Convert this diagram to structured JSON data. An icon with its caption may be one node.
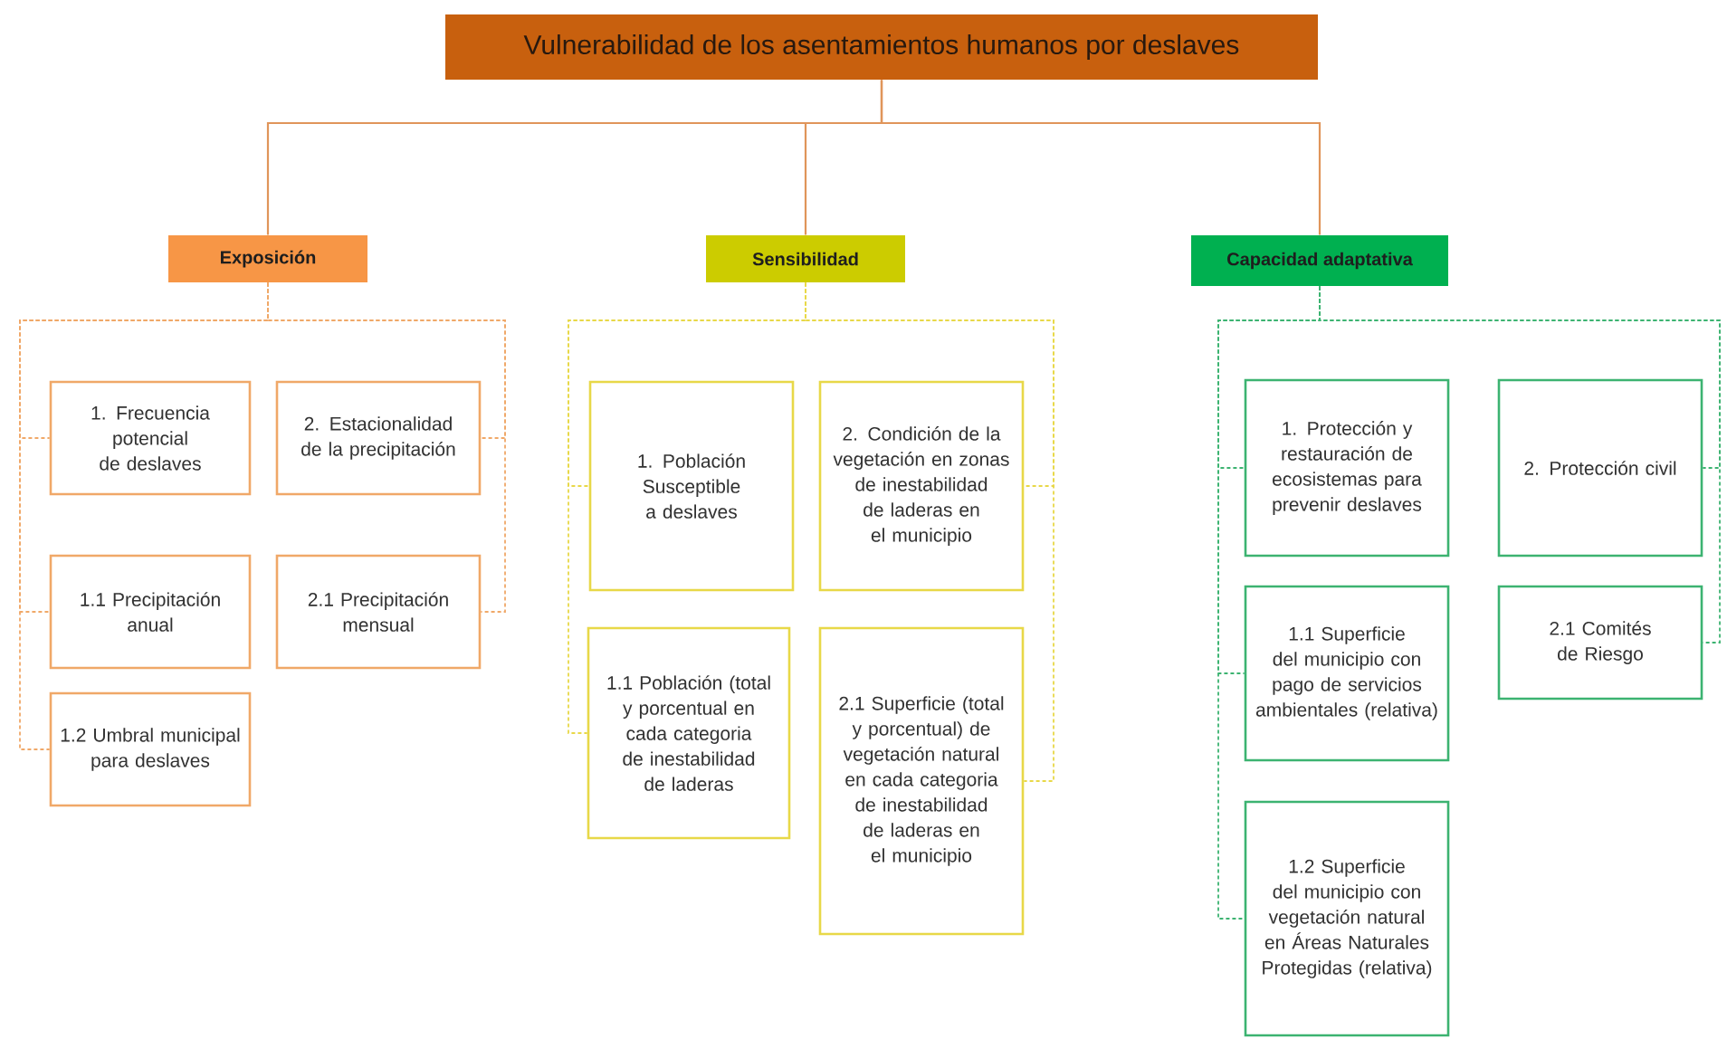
{
  "diagram": {
    "nodes": [
      {
        "text": [
          "Vulnerabilidad de los asentamientos humanos por deslaves"
        ]
      },
      {
        "text": [
          "Exposición"
        ]
      },
      {
        "text": [
          "Sensibilidad"
        ]
      },
      {
        "text": [
          "Capacidad adaptativa"
        ]
      },
      {
        "text": [
          "1. Frecuencia potencial de deslaves"
        ]
      },
      {
        "text": [
          "2. Estacionalidad de la precipitación"
        ]
      },
      {
        "text": [
          "1.1 Precipitación anual"
        ]
      },
      {
        "text": [
          "2.1 Precipitación mensual"
        ]
      },
      {
        "text": [
          "1.2 Umbral municipal para deslaves"
        ]
      },
      {
        "text": [
          "1. Población Susceptible a deslaves"
        ]
      },
      {
        "text": [
          "2. Condición de la vegetación en zonas de inestabilidad de laderas en el municipio"
        ]
      },
      {
        "text": [
          "1.1 Población (total y porcentual en cada categoria de inestabilidad de laderas"
        ]
      },
      {
        "text": [
          "2.1 Superficie (total y porcentual) de vegetación natural en cada categoria de inestabilidad de laderas en el municipio"
        ]
      },
      {
        "text": [
          "1. Protección y restauración de ecosistemas para prevenir deslaves"
        ]
      },
      {
        "text": [
          "2. Protección civil"
        ]
      },
      {
        "text": [
          "1.1 Superficie del municipio con pago de servicios ambientales (relativa)"
        ]
      },
      {
        "text": [
          "2.1 Comités de Riesgo"
        ]
      },
      {
        "text": [
          "1.2 Superficie del municipio con vegetación natural en Áreas Naturales Protegidas (relativa)"
        ]
      }
    ],
    "edges": [
      {
        "from": 0,
        "to": 1,
        "arrow": "none",
        "color": "#e0955a"
      },
      {
        "from": 0,
        "to": 2,
        "arrow": "none",
        "color": "#e0955a"
      },
      {
        "from": 0,
        "to": 3,
        "arrow": "none",
        "color": "#e0955a"
      },
      {
        "from": 1,
        "to": 4,
        "arrow": "none",
        "style": "dashed",
        "color": "#f0a868"
      },
      {
        "from": 1,
        "to": 5,
        "arrow": "none",
        "style": "dashed",
        "color": "#f0a868"
      },
      {
        "from": 1,
        "to": 6,
        "arrow": "none",
        "style": "dashed",
        "color": "#f0a868"
      },
      {
        "from": 1,
        "to": 7,
        "arrow": "none",
        "style": "dashed",
        "color": "#f0a868"
      },
      {
        "from": 1,
        "to": 8,
        "arrow": "none",
        "style": "dashed",
        "color": "#f0a868"
      },
      {
        "from": 2,
        "to": 9,
        "arrow": "none",
        "style": "dashed",
        "color": "#e8d848"
      },
      {
        "from": 2,
        "to": 10,
        "arrow": "none",
        "style": "dashed",
        "color": "#e8d848"
      },
      {
        "from": 2,
        "to": 11,
        "arrow": "none",
        "style": "dashed",
        "color": "#e8d848"
      },
      {
        "from": 2,
        "to": 12,
        "arrow": "none",
        "style": "dashed",
        "color": "#e8d848"
      },
      {
        "from": 3,
        "to": 13,
        "arrow": "none",
        "style": "dashed",
        "color": "#3cb371"
      },
      {
        "from": 3,
        "to": 14,
        "arrow": "none",
        "style": "dashed",
        "color": "#3cb371"
      },
      {
        "from": 3,
        "to": 15,
        "arrow": "none",
        "style": "dashed",
        "color": "#3cb371"
      },
      {
        "from": 3,
        "to": 16,
        "arrow": "none",
        "style": "dashed",
        "color": "#3cb371"
      },
      {
        "from": 3,
        "to": 17,
        "arrow": "none",
        "style": "dashed",
        "color": "#3cb371"
      }
    ]
  }
}
